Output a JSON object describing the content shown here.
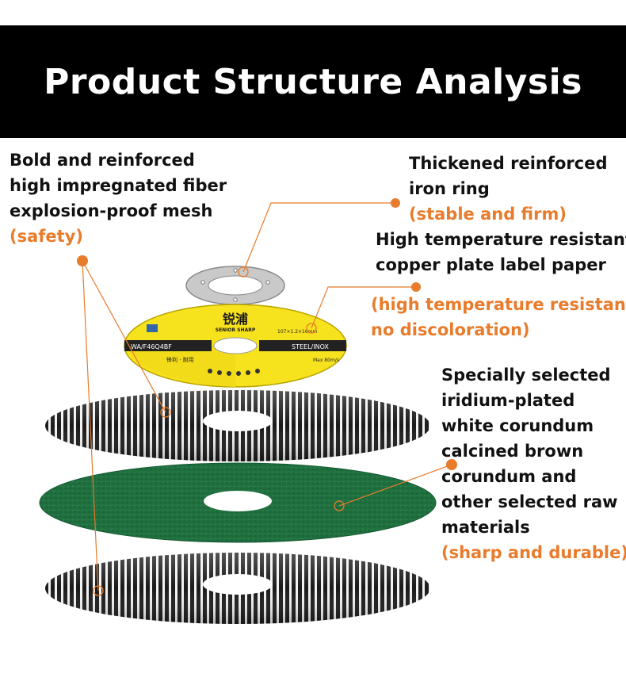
{
  "banner": {
    "title": "Product Structure Analysis"
  },
  "colors": {
    "accent": "#e87c2c",
    "green_disc": "#1f6e3e",
    "yellow_label": "#f7e21e",
    "mesh_dark": "#1a1a1a"
  },
  "callouts": {
    "mesh": {
      "lines": [
        "Bold and reinforced",
        "high impregnated fiber",
        "explosion-proof mesh"
      ],
      "note": "(safety)"
    },
    "ring": {
      "lines": [
        "Thickened reinforced",
        "iron ring"
      ],
      "note": "(stable and firm)"
    },
    "label": {
      "lines": [
        "High temperature resistant",
        "copper plate label paper"
      ],
      "notes": [
        "(high temperature resistant,",
        "no discoloration)"
      ]
    },
    "abrasive": {
      "lines": [
        "Specially selected",
        "iridium-plated",
        "white corundum",
        "calcined brown",
        "corundum and",
        "other selected raw",
        "materials"
      ],
      "note": "(sharp and durable)"
    }
  },
  "label_disc": {
    "brand": "锐浦",
    "brand_en": "SENIOR SHARP",
    "left_code": "WA/F46Q4BF",
    "right_code": "STEEL/INOX",
    "spec_top": "107×1.2×16mm",
    "spec_right": "Max 80m/s",
    "bottom_text": "锋利 · 耐用"
  }
}
